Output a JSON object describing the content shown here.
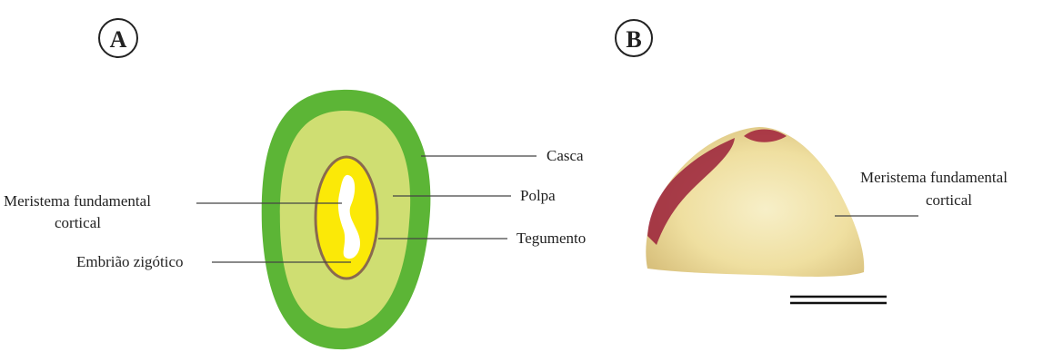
{
  "panels": {
    "a": {
      "letter": "A"
    },
    "b": {
      "letter": "B"
    }
  },
  "labels": {
    "casca": "Casca",
    "polpa": "Polpa",
    "tegumento": "Tegumento",
    "meristema_line1": "Meristema fundamental",
    "meristema_line2": "cortical",
    "embriao": "Embrião zigótico"
  },
  "photo_labels": {
    "meristema_line1": "Meristema fundamental",
    "meristema_line2": "cortical"
  },
  "colors": {
    "casca": "#5cb536",
    "polpa": "#cfde72",
    "tegumento": "#8a6a4e",
    "seed_fill": "#fbe907",
    "embryo": "#ffffff",
    "leader_lines": "#444444",
    "photo_seed": "#f0e2a4",
    "photo_spot": "#a0203a"
  },
  "icons": {
    "scale_bar": "scale-bar-icon"
  }
}
